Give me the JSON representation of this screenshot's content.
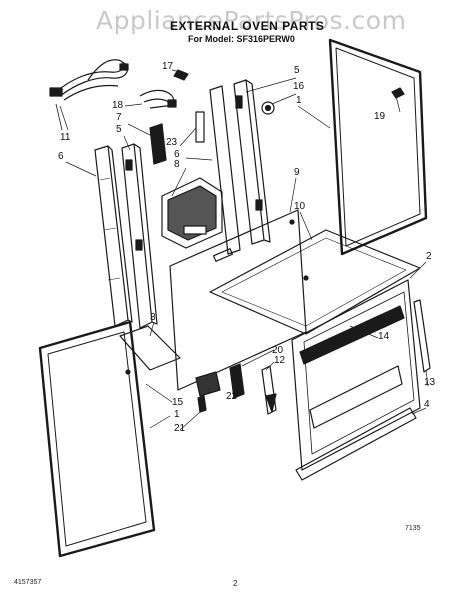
{
  "watermark": "AppliancePartsPros.com",
  "title": "EXTERNAL OVEN PARTS",
  "subtitle": "For Model: SF316PERW0",
  "callouts": [
    "17",
    "5",
    "16",
    "1",
    "19",
    "11",
    "6",
    "18",
    "7",
    "5",
    "23",
    "6",
    "8",
    "9",
    "10",
    "2",
    "3",
    "14",
    "20",
    "12",
    "22",
    "15",
    "1",
    "21",
    "13",
    "4"
  ],
  "footer": {
    "doc_number": "4157357",
    "page_number": "2",
    "figure_code": "7135"
  }
}
